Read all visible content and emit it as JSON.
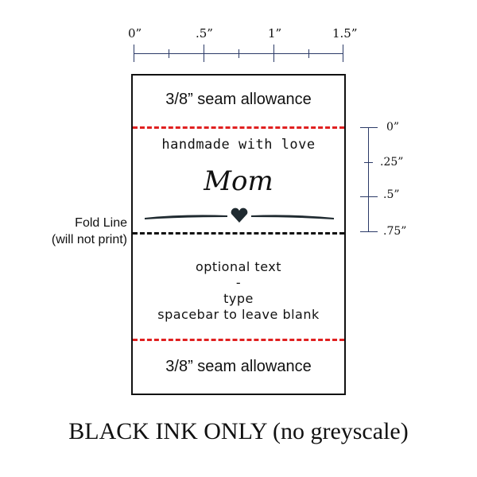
{
  "ruler_top": {
    "labels": [
      "0”",
      ".5”",
      "1”",
      "1.5”"
    ]
  },
  "ruler_side": {
    "labels": [
      "0”",
      ".25”",
      ".5”",
      ".75”"
    ]
  },
  "label": {
    "seam_top": "3/8” seam allowance",
    "line1": "handmade with love",
    "name": "Mom",
    "optional1": "optional text",
    "optional2": "-",
    "optional3": "type",
    "optional4": "spacebar to leave blank",
    "seam_bottom": "3/8” seam allowance"
  },
  "fold": {
    "title": "Fold Line",
    "note": "(will not print)"
  },
  "footer": "BLACK INK ONLY (no greyscale)",
  "colors": {
    "seam": "#e02020",
    "ruler": "#2b3a67"
  }
}
